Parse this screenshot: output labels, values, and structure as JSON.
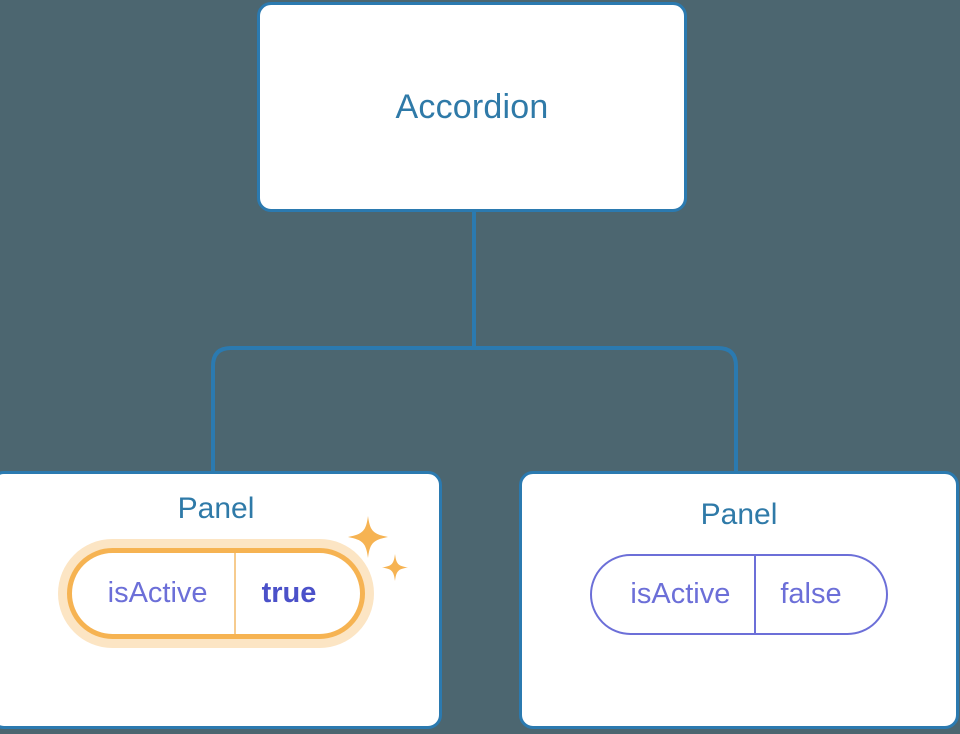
{
  "diagram": {
    "type": "component-tree",
    "background_color": "#4c6670",
    "connector_color": "#2b7ab0",
    "root": {
      "label": "Accordion",
      "title_color": "#2f7aa8",
      "border_color": "#2b7ab0"
    },
    "children": [
      {
        "label": "Panel",
        "highlighted": true,
        "sparkle_icons": [
          "sparkle-large",
          "sparkle-small"
        ],
        "prop": {
          "key": "isActive",
          "value": "true",
          "key_color": "#6c6fd8",
          "value_color": "#4b51c9",
          "pill_border_color": "#f6b352",
          "pill_glow_color": "#fbe0b8"
        }
      },
      {
        "label": "Panel",
        "highlighted": false,
        "sparkle_icons": [],
        "prop": {
          "key": "isActive",
          "value": "false",
          "key_color": "#6c6fd8",
          "value_color": "#6c6fd8",
          "pill_border_color": "#6c6fd8",
          "pill_glow_color": ""
        }
      }
    ]
  }
}
